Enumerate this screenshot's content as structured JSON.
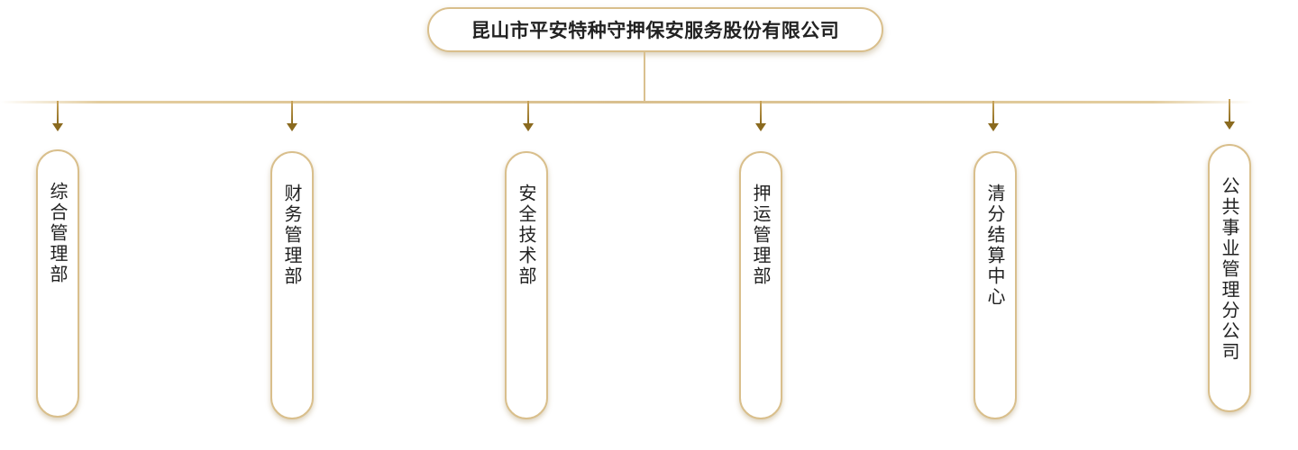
{
  "root": {
    "label": "昆山市平安特种守押保安服务股份有限公司"
  },
  "departments": [
    {
      "label": "综合管理部"
    },
    {
      "label": "财务管理部"
    },
    {
      "label": "安全技术部"
    },
    {
      "label": "押运管理部"
    },
    {
      "label": "清分结算中心"
    },
    {
      "label": "公共事业管理分公司"
    }
  ],
  "colors": {
    "border": "#d9bf8c",
    "connector": "#d9c08f",
    "arrow": "#8a6a1f",
    "text": "#222222"
  }
}
